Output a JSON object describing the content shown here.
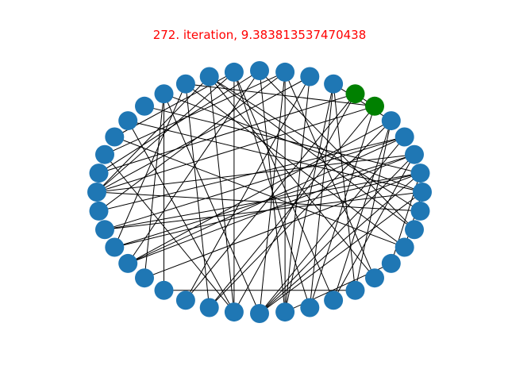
{
  "figure": {
    "title": "272. iteration, 9.383813537470438",
    "title_color": "#ff0000",
    "background": "#ffffff"
  },
  "graph": {
    "layout": "circular",
    "node_count": 40,
    "default_node_color": "#1f77b4",
    "highlight_node_color": "#008000",
    "edge_color": "#000000",
    "highlighted_nodes": [
      5,
      6
    ],
    "edges": [
      [
        26,
        34
      ],
      [
        31,
        36
      ],
      [
        32,
        7
      ],
      [
        27,
        8
      ],
      [
        23,
        13
      ],
      [
        21,
        9
      ],
      [
        25,
        14
      ],
      [
        26,
        14
      ],
      [
        28,
        4
      ],
      [
        28,
        5
      ],
      [
        28,
        13
      ],
      [
        29,
        6
      ],
      [
        29,
        12
      ],
      [
        29,
        16
      ],
      [
        29,
        11
      ],
      [
        29,
        18
      ],
      [
        30,
        9
      ],
      [
        30,
        14
      ],
      [
        30,
        3
      ],
      [
        30,
        2
      ],
      [
        30,
        1
      ],
      [
        31,
        7
      ],
      [
        31,
        8
      ],
      [
        31,
        9
      ],
      [
        31,
        10
      ],
      [
        32,
        5
      ],
      [
        32,
        11
      ],
      [
        33,
        4
      ],
      [
        33,
        11
      ],
      [
        34,
        4
      ],
      [
        34,
        7
      ],
      [
        35,
        9
      ],
      [
        35,
        12
      ],
      [
        37,
        13
      ],
      [
        37,
        17
      ],
      [
        37,
        0
      ],
      [
        38,
        10
      ],
      [
        38,
        12
      ],
      [
        39,
        20
      ],
      [
        39,
        12
      ],
      [
        0,
        14
      ],
      [
        0,
        16
      ],
      [
        0,
        22
      ],
      [
        1,
        15
      ],
      [
        1,
        22
      ],
      [
        1,
        23
      ],
      [
        1,
        25
      ],
      [
        2,
        23
      ],
      [
        2,
        20
      ],
      [
        2,
        24
      ],
      [
        3,
        21
      ],
      [
        3,
        22
      ],
      [
        3,
        24
      ],
      [
        4,
        24
      ],
      [
        5,
        20
      ],
      [
        5,
        13
      ],
      [
        6,
        19
      ],
      [
        6,
        27
      ],
      [
        8,
        20
      ],
      [
        9,
        18
      ],
      [
        10,
        19
      ],
      [
        10,
        24
      ],
      [
        11,
        17
      ],
      [
        11,
        20
      ],
      [
        12,
        20
      ],
      [
        1,
        36
      ],
      [
        2,
        33
      ],
      [
        0,
        30
      ],
      [
        7,
        4
      ],
      [
        6,
        5
      ]
    ]
  }
}
